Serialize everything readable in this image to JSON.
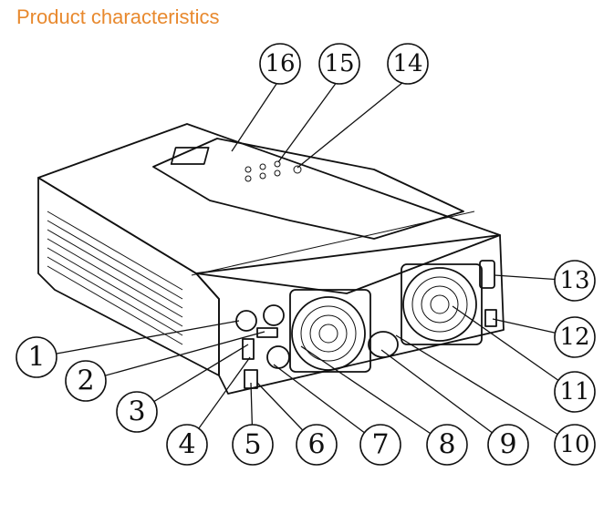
{
  "title": "Product characteristics",
  "callouts": [
    "1",
    "2",
    "3",
    "4",
    "5",
    "6",
    "7",
    "8",
    "9",
    "10",
    "11",
    "12",
    "13",
    "14",
    "15",
    "16"
  ]
}
